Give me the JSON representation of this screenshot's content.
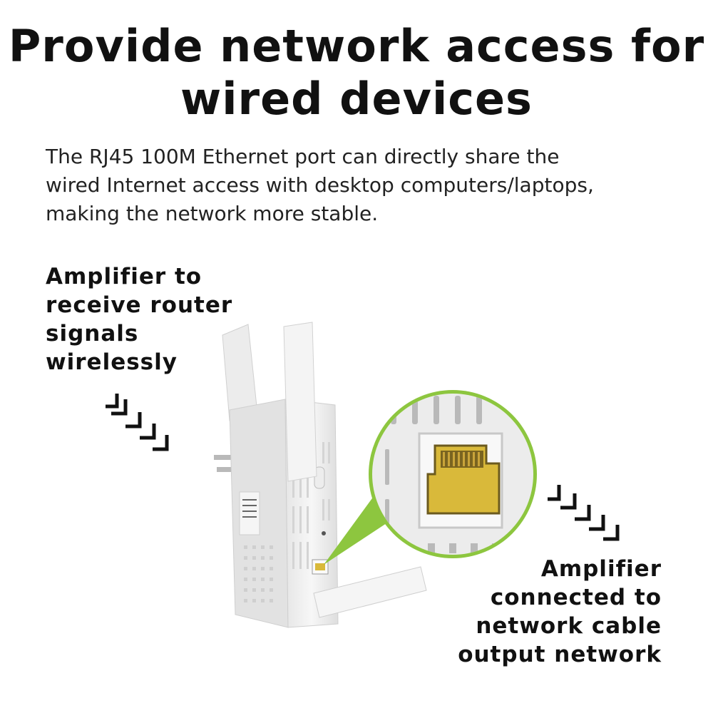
{
  "headline": {
    "line1": "Provide network access for",
    "line2": "wired devices"
  },
  "description": {
    "line1": "The RJ45 100M Ethernet port can directly share the",
    "line2": "wired Internet access with desktop computers/laptops,",
    "line3": "making the network more stable."
  },
  "callout_left": {
    "line1": "Amplifier to",
    "line2": "receive router",
    "line3": "signals",
    "line4": "wirelessly"
  },
  "callout_right": {
    "line1": "Amplifier",
    "line2": "connected to",
    "line3": "network cable",
    "line4": "output network"
  },
  "colors": {
    "accent_green": "#8dc63f",
    "port_yellow": "#d9b93a",
    "device_white": "#f2f2f2",
    "text_dark": "#111111"
  }
}
